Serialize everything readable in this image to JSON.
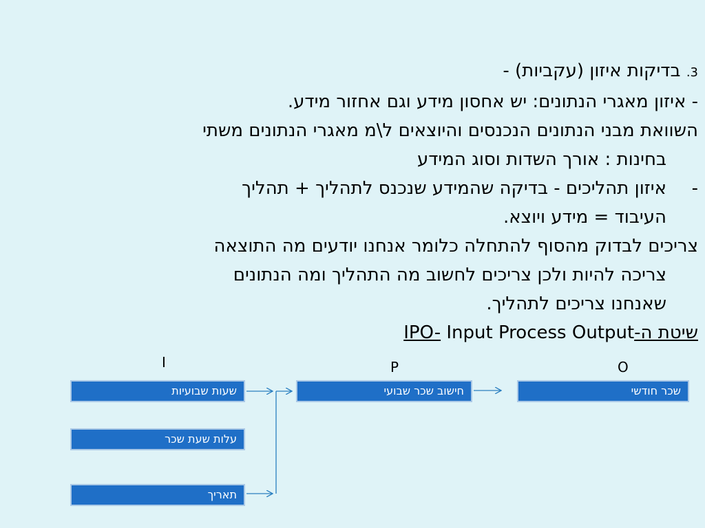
{
  "text_lines": {
    "l1_num": "3.",
    "l1": "בדיקות איזון (עקביות) -",
    "l2": "- איזון מאגרי הנתונים: יש אחסון מידע וגם אחזור מידע.",
    "l3": "השוואת מבני הנתונים הנכנסים והיוצאים ל\\מ מאגרי הנתונים משתי",
    "l4": "בחינות : אורך השדות וסוג המידע",
    "l5_dash": "-",
    "l5": "איזון תהליכים - בדיקה שהמידע שנכנס לתהליך + תהליך",
    "l6": "העיבוד = מידע ויוצא.",
    "l7": "צריכים לבדוק מהסוף להתחלה כלומר אנחנו יודעים מה התוצאה",
    "l8": "צריכה להיות ולכן צריכים לחשוב מה התהליך ומה הנתונים",
    "l9": "שאנחנו צריכים לתהליך.",
    "l10_heading": "שיטת ה-IPO-",
    "l10_english": "Input Process Output"
  },
  "diagram": {
    "labels": {
      "input": "I",
      "process": "P",
      "output": "O"
    },
    "boxes": {
      "weekly_hours": "שעות שבועיות",
      "hourly_cost": "עלות שעת שכר",
      "date": "תאריך",
      "weekly_salary_calc": "חישוב שכר שבועי",
      "monthly_salary": "שכר חודשי"
    },
    "colors": {
      "box_fill": "#1f6fc7",
      "box_border": "#aac8e6",
      "arrow": "#2a7fc0",
      "background": "#dff3f7"
    }
  }
}
